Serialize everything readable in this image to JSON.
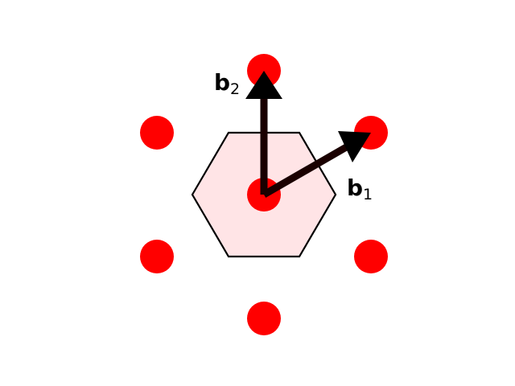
{
  "colors": {
    "background": "#ffffff",
    "lattice_point": "#ff0000",
    "hexagon_fill": "#ffe4e6",
    "hexagon_stroke": "#000000",
    "vector": "#000000",
    "vector_shaft": "#1a0000"
  },
  "vectors": {
    "b1": {
      "symbol": "b",
      "subscript": "1"
    },
    "b2": {
      "symbol": "b",
      "subscript": "2"
    }
  }
}
